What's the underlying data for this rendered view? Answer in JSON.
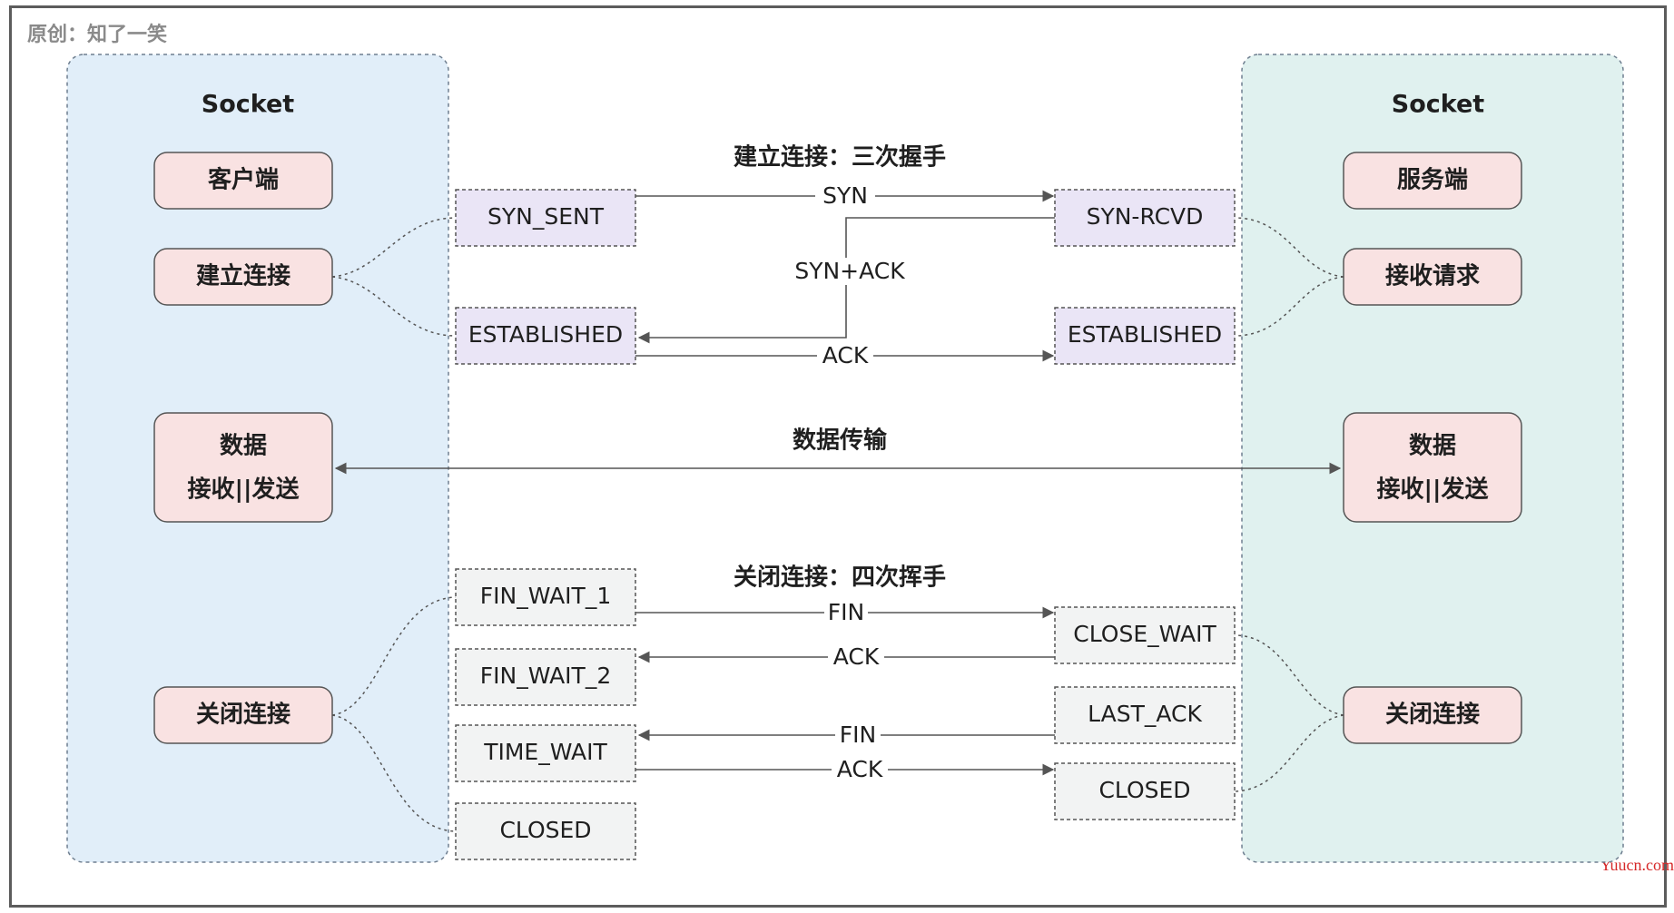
{
  "caption": "原创：知了一笑",
  "watermark": "Yuucn.com",
  "colors": {
    "client_panel": "#e1eef9",
    "server_panel": "#e0f1ef",
    "role_box": "#f9e2e2",
    "handshake_state": "#eae5f6",
    "close_state": "#f2f3f3",
    "line": "#555555",
    "watermark": "#d62828"
  },
  "client": {
    "title": "Socket",
    "role": "客户端",
    "connect": "建立连接",
    "data_line1": "数据",
    "data_line2": "接收||发送",
    "close": "关闭连接"
  },
  "server": {
    "title": "Socket",
    "role": "服务端",
    "accept": "接收请求",
    "data_line1": "数据",
    "data_line2": "接收||发送",
    "close": "关闭连接"
  },
  "handshake": {
    "title": "建立连接：三次握手",
    "client_states": [
      "SYN_SENT",
      "ESTABLISHED"
    ],
    "server_states": [
      "SYN-RCVD",
      "ESTABLISHED"
    ],
    "messages": [
      "SYN",
      "SYN+ACK",
      "ACK"
    ]
  },
  "transfer": {
    "title": "数据传输"
  },
  "teardown": {
    "title": "关闭连接：四次挥手",
    "client_states": [
      "FIN_WAIT_1",
      "FIN_WAIT_2",
      "TIME_WAIT",
      "CLOSED"
    ],
    "server_states": [
      "CLOSE_WAIT",
      "LAST_ACK",
      "CLOSED"
    ],
    "messages": [
      "FIN",
      "ACK",
      "FIN",
      "ACK"
    ]
  }
}
